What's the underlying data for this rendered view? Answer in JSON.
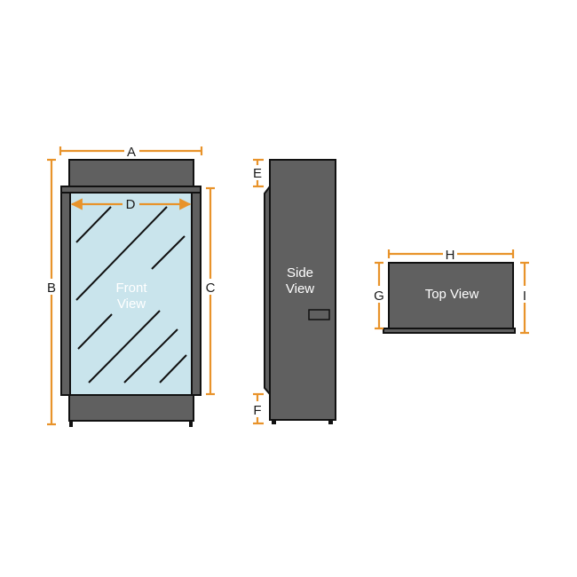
{
  "colors": {
    "dimension": "#e8932a",
    "body": "#606060",
    "outline": "#111111",
    "glass": "#c9e4ec"
  },
  "dimensions": {
    "A": "A",
    "B": "B",
    "C": "C",
    "D": "D",
    "E": "E",
    "F": "F",
    "G": "G",
    "H": "H",
    "I": "I"
  },
  "views": {
    "front": {
      "line1": "Front",
      "line2": "View"
    },
    "side": {
      "line1": "Side",
      "line2": "View"
    },
    "top": {
      "line1": "Top View"
    }
  }
}
